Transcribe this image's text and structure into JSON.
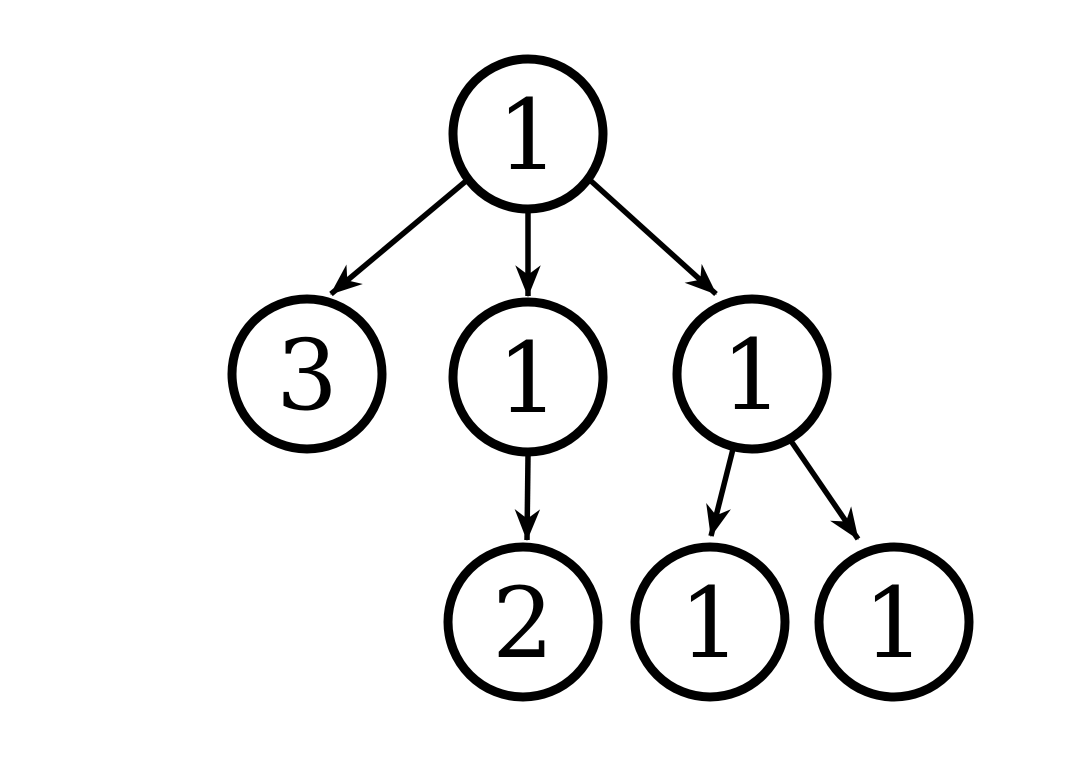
{
  "figure": {
    "type": "tree-diagram",
    "background_color": "#ffffff",
    "stroke_color": "#000000",
    "nodes": [
      {
        "id": "root",
        "label": "1"
      },
      {
        "id": "left",
        "label": "3"
      },
      {
        "id": "middle",
        "label": "1"
      },
      {
        "id": "right",
        "label": "1"
      },
      {
        "id": "middle-child",
        "label": "2"
      },
      {
        "id": "right-child-1",
        "label": "1"
      },
      {
        "id": "right-child-2",
        "label": "1"
      }
    ],
    "edges": [
      {
        "from": "root",
        "to": "left"
      },
      {
        "from": "root",
        "to": "middle"
      },
      {
        "from": "root",
        "to": "right"
      },
      {
        "from": "middle",
        "to": "middle-child"
      },
      {
        "from": "right",
        "to": "right-child-1"
      },
      {
        "from": "right",
        "to": "right-child-2"
      }
    ]
  }
}
